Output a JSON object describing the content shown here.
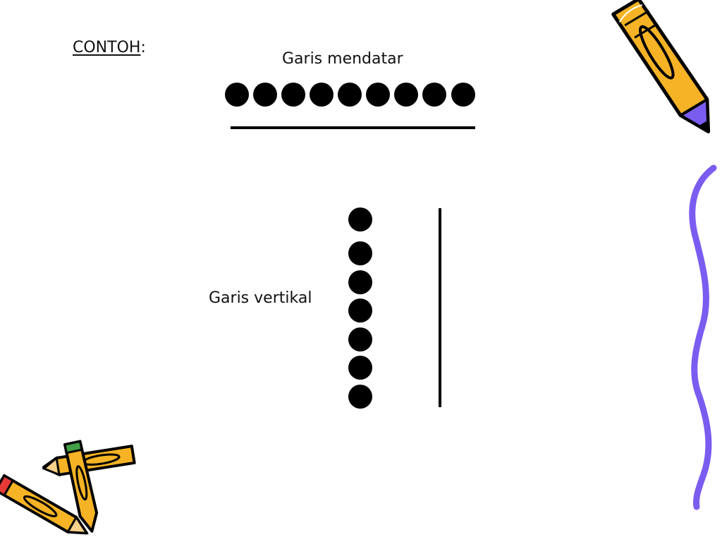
{
  "slide": {
    "example_heading": {
      "word": "CONTOH",
      "suffix": ":"
    },
    "horizontal": {
      "label": "Garis mendatar",
      "dot_count": 9
    },
    "vertical": {
      "label": "Garis vertikal",
      "dot_count": 7
    }
  },
  "decorations": {
    "pencil_icon": "pencil-icon",
    "wavy_border": "wavy-border",
    "colors": {
      "pencil_body": "#F5B325",
      "pencil_outline": "#000000",
      "pencil_tip": "#7B5CF0",
      "wave": "#7B5CF0",
      "pencil_eraser_red": "#E53935",
      "pencil_eraser_green": "#43A047"
    }
  }
}
